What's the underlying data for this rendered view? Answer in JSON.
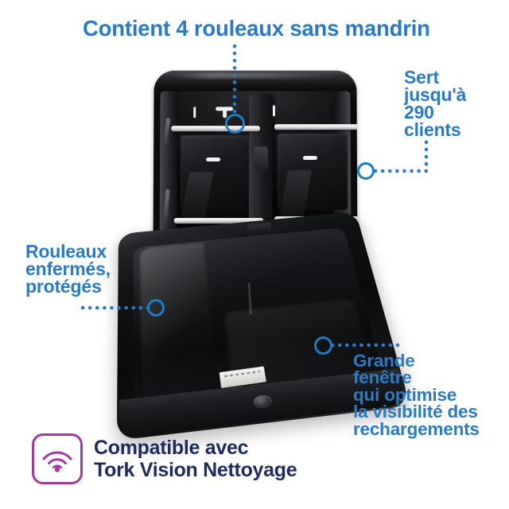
{
  "page": {
    "background_color": "#ffffff",
    "accent_blue": "#2a7ac4",
    "badge_purple": "#a53a9d",
    "badge_text_navy": "#1f2a5e"
  },
  "callouts": [
    {
      "id": "rolls-capacity",
      "text": "Contient 4 rouleaux sans mandrin",
      "position": "top"
    },
    {
      "id": "capacity-users",
      "text": "Sert\njusqu'à\n290\nclients",
      "position": "right"
    },
    {
      "id": "rolls-protected",
      "text": "Rouleaux\nenfermés,\nprotégés",
      "position": "left"
    },
    {
      "id": "large-window",
      "text": "Grande\nfenêtre\nqui optimise\nla visibilité des\nrechargements",
      "position": "bottom-right"
    }
  ],
  "product": {
    "name": "tork-hand-towel-dispenser",
    "description": "Black Tork hand towel dispenser shown open with front cover tilted forward"
  },
  "compatibility": {
    "icon": "wifi-signal-icon",
    "text": "Compatible avec\nTork Vision Nettoyage"
  }
}
